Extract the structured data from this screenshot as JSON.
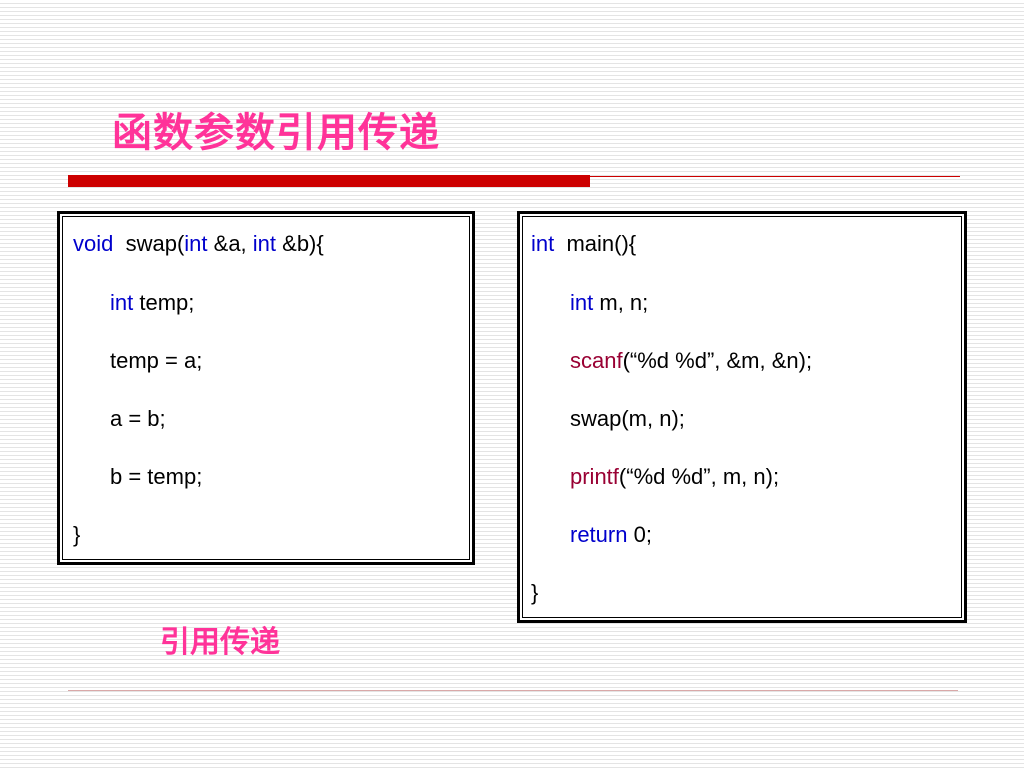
{
  "title": "函数参数引用传递",
  "subtitle": "引用传递",
  "colors": {
    "title": "#ff3399",
    "accent_rule": "#cc0000",
    "keyword": "#0000cc",
    "library_function": "#990033"
  },
  "left_code": {
    "l1": {
      "kw1": "void",
      "t1": "  swap(",
      "kw2": "int",
      "t2": " &a, ",
      "kw3": "int",
      "t3": " &b){"
    },
    "l2": {
      "kw": "int",
      "t": " temp;"
    },
    "l3": "temp = a;",
    "l4": "a = b;",
    "l5": "b = temp;",
    "l6": "}"
  },
  "right_code": {
    "l1": {
      "kw": "int",
      "t": "  main(){"
    },
    "l2": {
      "kw": "int",
      "t": " m, n;"
    },
    "l3": {
      "fn": "scanf",
      "t": "(“%d %d”, &m, &n);"
    },
    "l4": "swap(m, n);",
    "l5": {
      "fn": "printf",
      "t": "(“%d %d”, m, n);"
    },
    "l6": {
      "kw": "return",
      "t": " 0;"
    },
    "l7": "}"
  }
}
